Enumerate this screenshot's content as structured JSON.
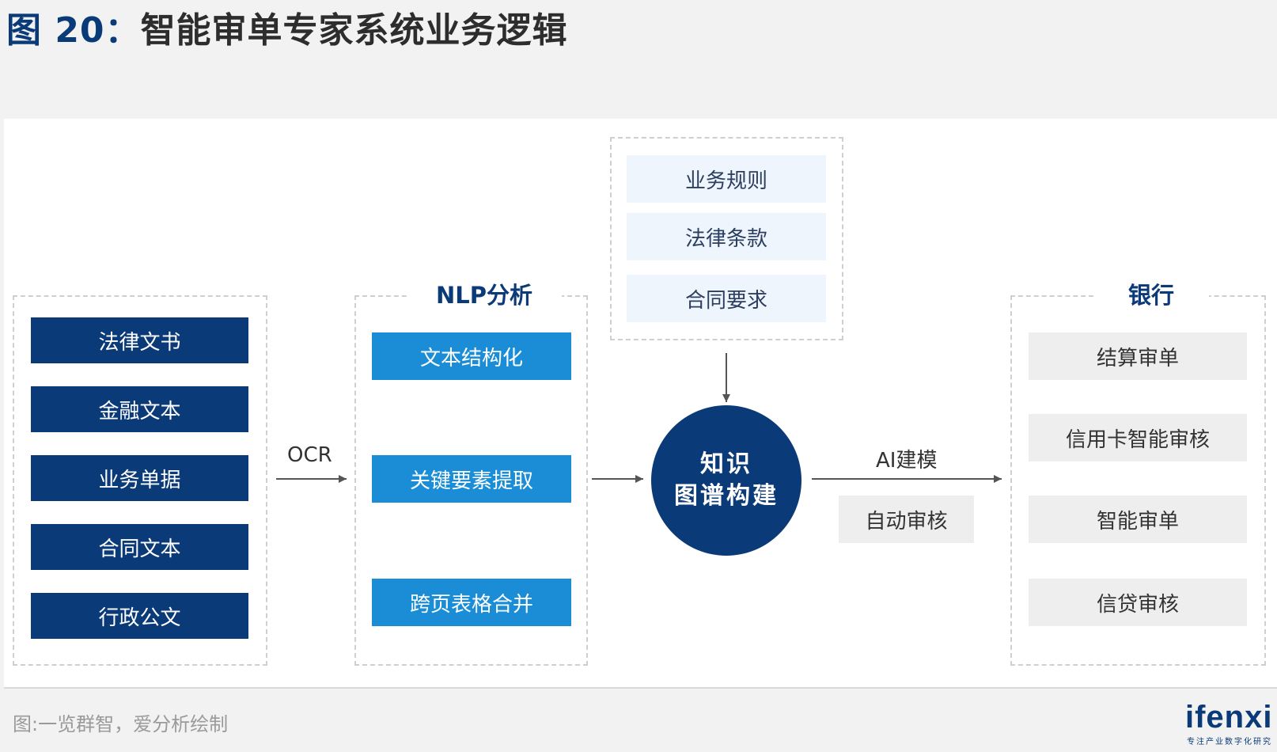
{
  "title": {
    "prefix": "图 20：",
    "main": "智能审单专家系统业务逻辑"
  },
  "inputs": [
    "法律文书",
    "金融文本",
    "业务单据",
    "合同文本",
    "行政公文"
  ],
  "ocr_label": "OCR",
  "nlp": {
    "title": "NLP分析",
    "items": [
      "文本结构化",
      "关键要素提取",
      "跨页表格合并"
    ]
  },
  "rules": [
    "业务规则",
    "法律条款",
    "合同要求"
  ],
  "center": {
    "line1": "知识",
    "line2": "图谱构建"
  },
  "ai_label": "AI建模",
  "auto_review": "自动审核",
  "bank": {
    "title": "银行",
    "items": [
      "结算审单",
      "信用卡智能审核",
      "智能审单",
      "信贷审核"
    ]
  },
  "source": "图:一览群智，爱分析绘制",
  "logo": {
    "name": "ifenxi",
    "tagline": "专注产业数字化研究"
  },
  "colors": {
    "dark_blue": "#0b3a78",
    "bright_blue": "#1a8dd6",
    "pale_blue": "#eef5fc",
    "grey_box": "#eeeeee"
  }
}
